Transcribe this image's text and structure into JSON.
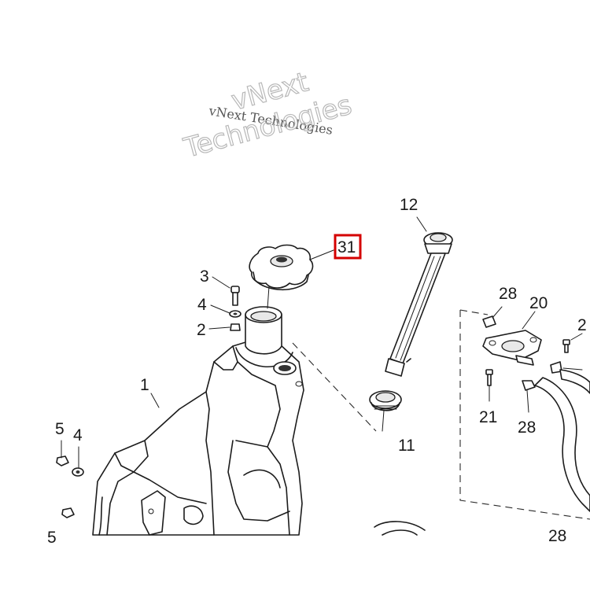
{
  "watermark": {
    "small": "vNext Technologies",
    "large_line1": "vNext",
    "large_line2": "Technologies"
  },
  "highlight_color": "#d40000",
  "labels": {
    "p1": "1",
    "p2": "2",
    "p3": "3",
    "p4": "4",
    "p4b": "4",
    "p5": "5",
    "p5b": "5",
    "p11": "11",
    "p12": "12",
    "p20": "20",
    "p21": "21",
    "p2x": "2",
    "p28a": "28",
    "p28b": "28",
    "p28c": "28",
    "p31": "31"
  }
}
